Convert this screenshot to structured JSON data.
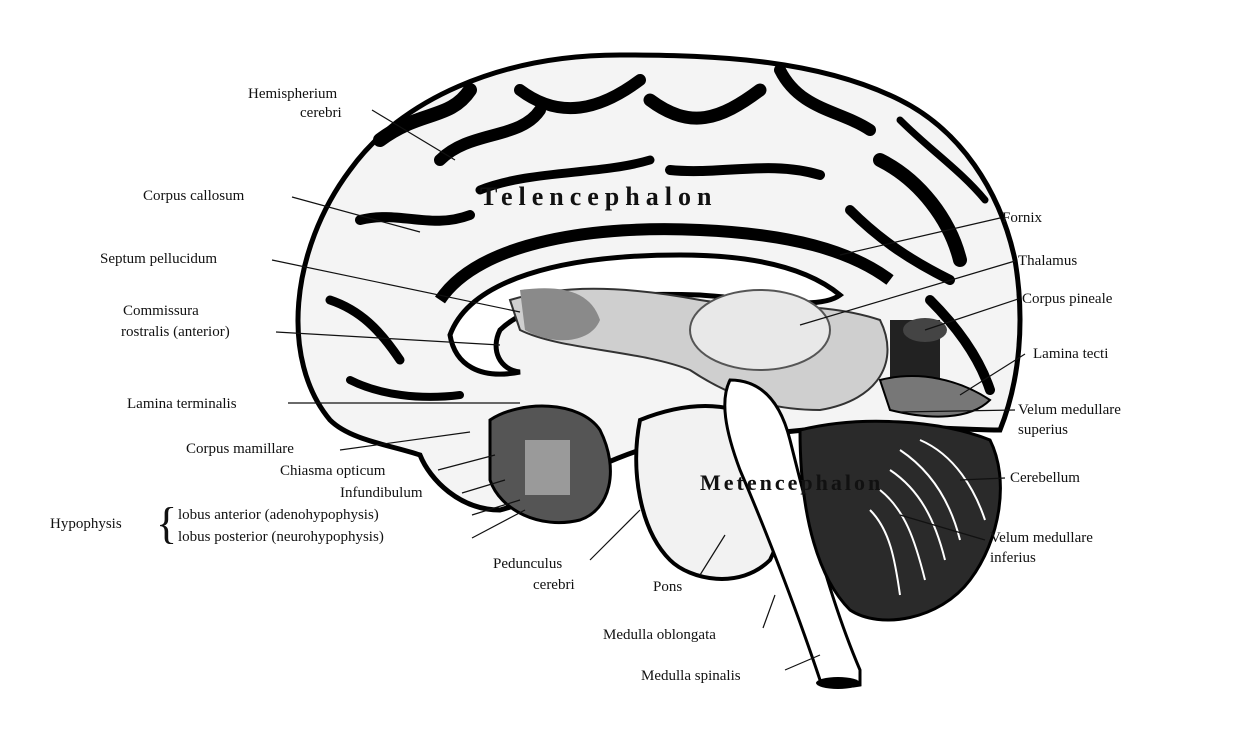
{
  "diagram": {
    "labels": {
      "hemispherium": [
        "Hemispherium",
        "cerebri"
      ],
      "corpus_callosum": "Corpus callosum",
      "septum": "Septum pellucidum",
      "commissura": [
        "Commissura",
        "rostralis (anterior)"
      ],
      "lamina_terminalis": "Lamina terminalis",
      "corpus_mamillare": "Corpus mamillare",
      "chiasma": "Chiasma opticum",
      "infundibulum": "Infundibulum",
      "hypophysis": "Hypophysis",
      "lobus_anterior": "lobus anterior (adenohypophysis)",
      "lobus_posterior": "lobus posterior (neurohypophysis)",
      "pedunculus": [
        "Pedunculus",
        "cerebri"
      ],
      "pons": "Pons",
      "medulla_oblongata": "Medulla oblongata",
      "medulla_spinalis": "Medulla spinalis",
      "fornix": "Fornix",
      "thalamus": "Thalamus",
      "corpus_pineale": "Corpus pineale",
      "lamina_tecti": "Lamina tecti",
      "velum_superius": [
        "Velum medullare",
        "superius"
      ],
      "cerebellum": "Cerebellum",
      "velum_inferius": [
        "Velum medullare",
        "inferius"
      ]
    },
    "region_labels": {
      "telencephalon": "Telencephalon",
      "metencephalon": "Metencephalon"
    }
  }
}
